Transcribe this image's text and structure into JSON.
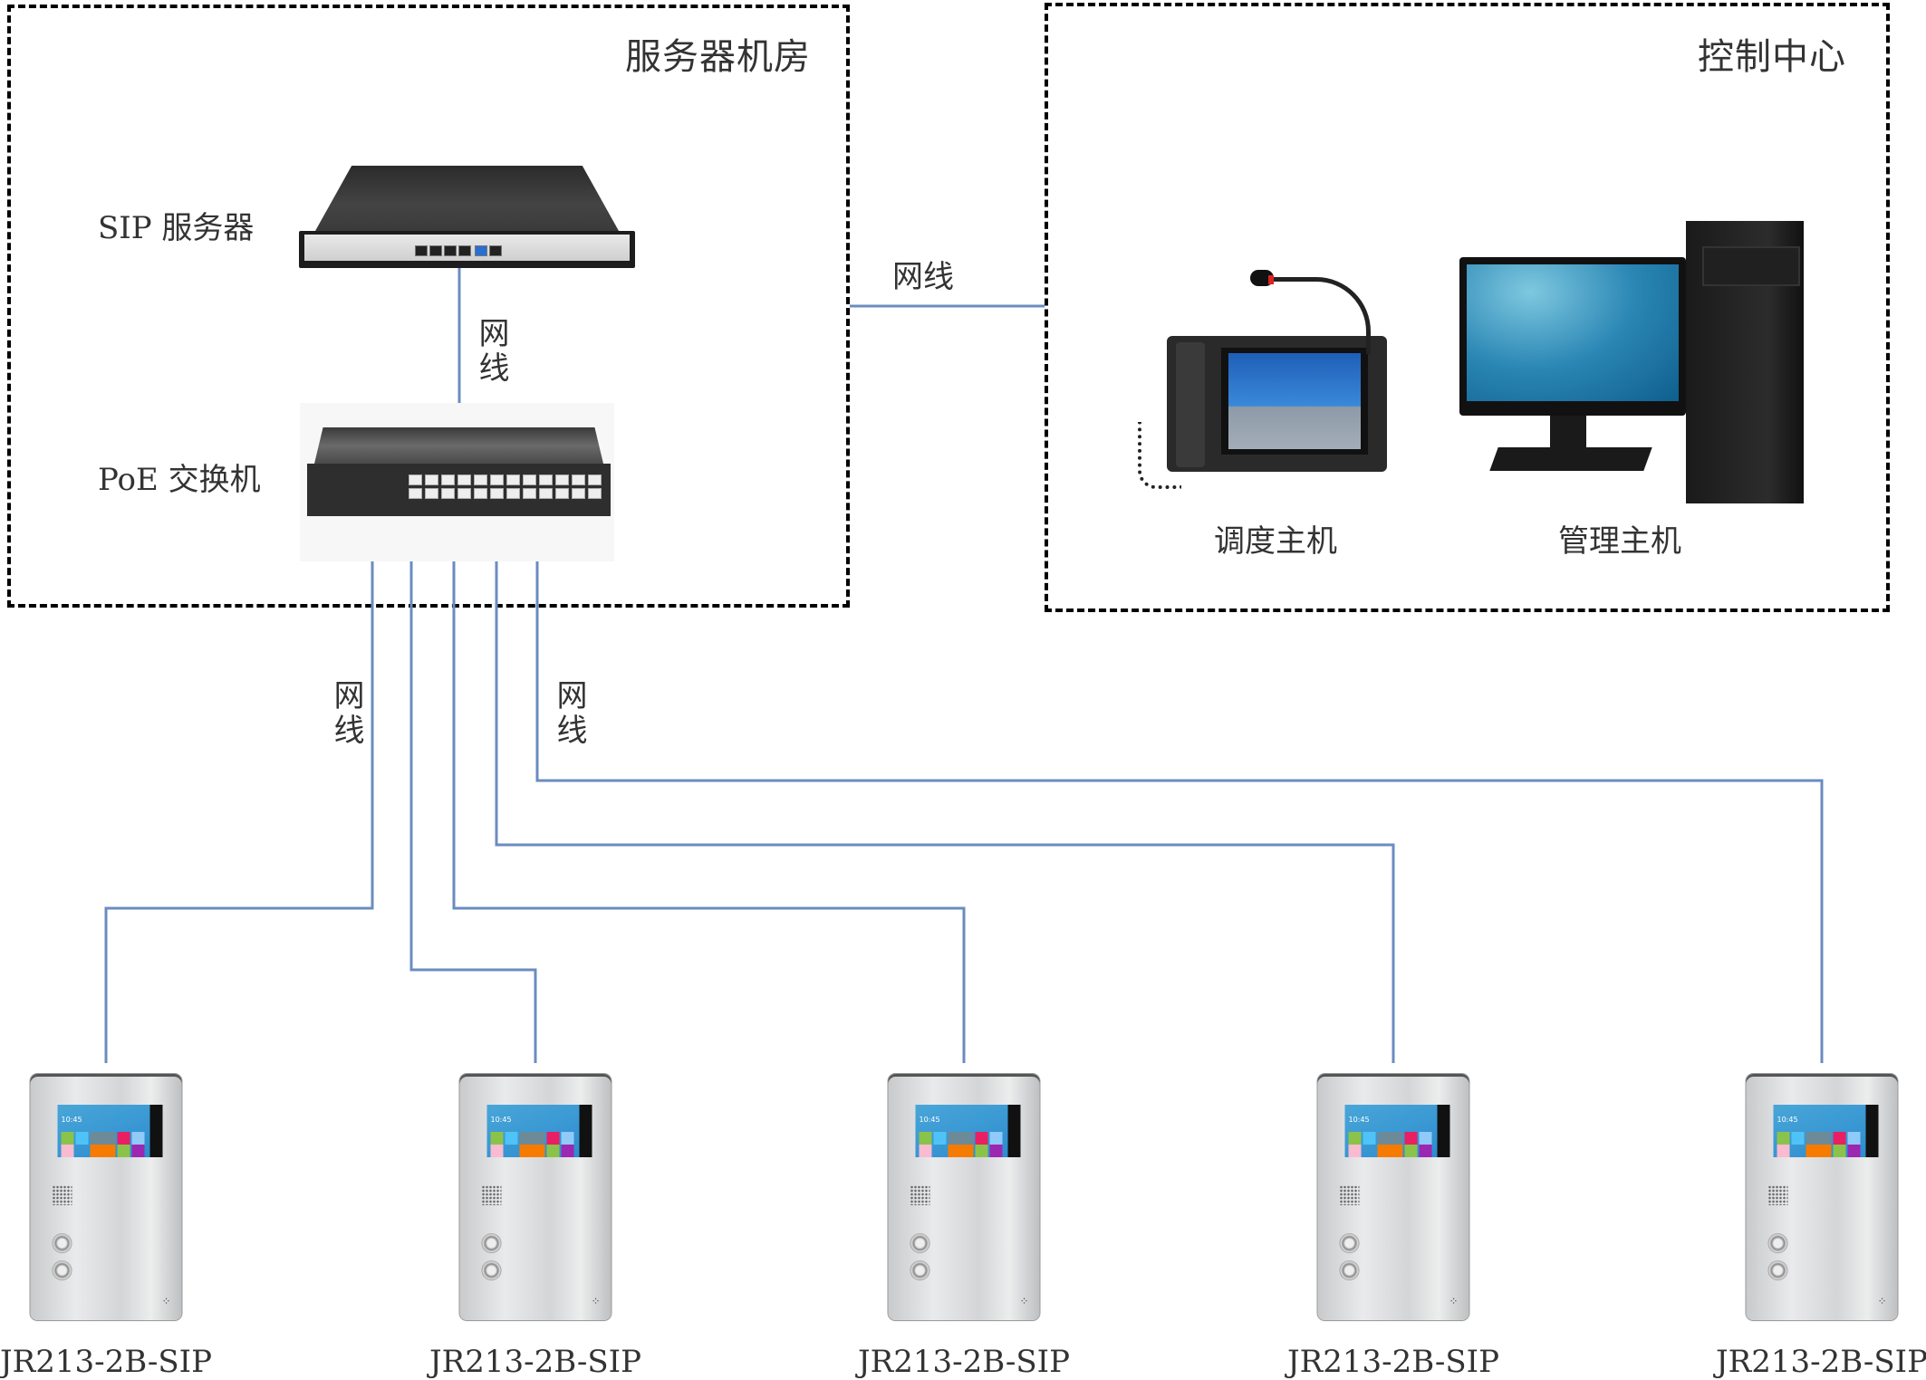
{
  "diagram_title": "SIP IP help-point intercom system topology",
  "zones": {
    "server_room": {
      "title": "服务器机房"
    },
    "control_center": {
      "title": "控制中心"
    }
  },
  "nodes": {
    "sip_server": {
      "label": "SIP 服务器",
      "icon": "server-icon"
    },
    "poe_switch": {
      "label": "PoE 交换机",
      "icon": "network-switch-icon",
      "ports": 24
    },
    "dispatch_host": {
      "label": "调度主机",
      "icon": "dispatch-console-icon"
    },
    "management_host": {
      "label": "管理主机",
      "icon": "desktop-pc-icon"
    }
  },
  "cable_label": "网线",
  "links": [
    {
      "from": "sip_server",
      "to": "poe_switch",
      "label": "网线"
    },
    {
      "from": "server_room",
      "to": "control_center",
      "label": "网线"
    },
    {
      "from": "poe_switch",
      "to": "terminal_1",
      "label": "网线"
    },
    {
      "from": "poe_switch",
      "to": "terminal_2",
      "label": ""
    },
    {
      "from": "poe_switch",
      "to": "terminal_3",
      "label": ""
    },
    {
      "from": "poe_switch",
      "to": "terminal_4",
      "label": ""
    },
    {
      "from": "poe_switch",
      "to": "terminal_5",
      "label": "网线"
    }
  ],
  "terminals": [
    {
      "id": "terminal_1",
      "model": "JR213-2B-SIP",
      "screen_time": "10:45"
    },
    {
      "id": "terminal_2",
      "model": "JR213-2B-SIP",
      "screen_time": "10:45"
    },
    {
      "id": "terminal_3",
      "model": "JR213-2B-SIP",
      "screen_time": "10:45"
    },
    {
      "id": "terminal_4",
      "model": "JR213-2B-SIP",
      "screen_time": "10:45"
    },
    {
      "id": "terminal_5",
      "model": "JR213-2B-SIP",
      "screen_time": "10:45"
    }
  ],
  "colors": {
    "wire": "#6a8cc0",
    "zone_border": "#000000",
    "text": "#333333"
  }
}
